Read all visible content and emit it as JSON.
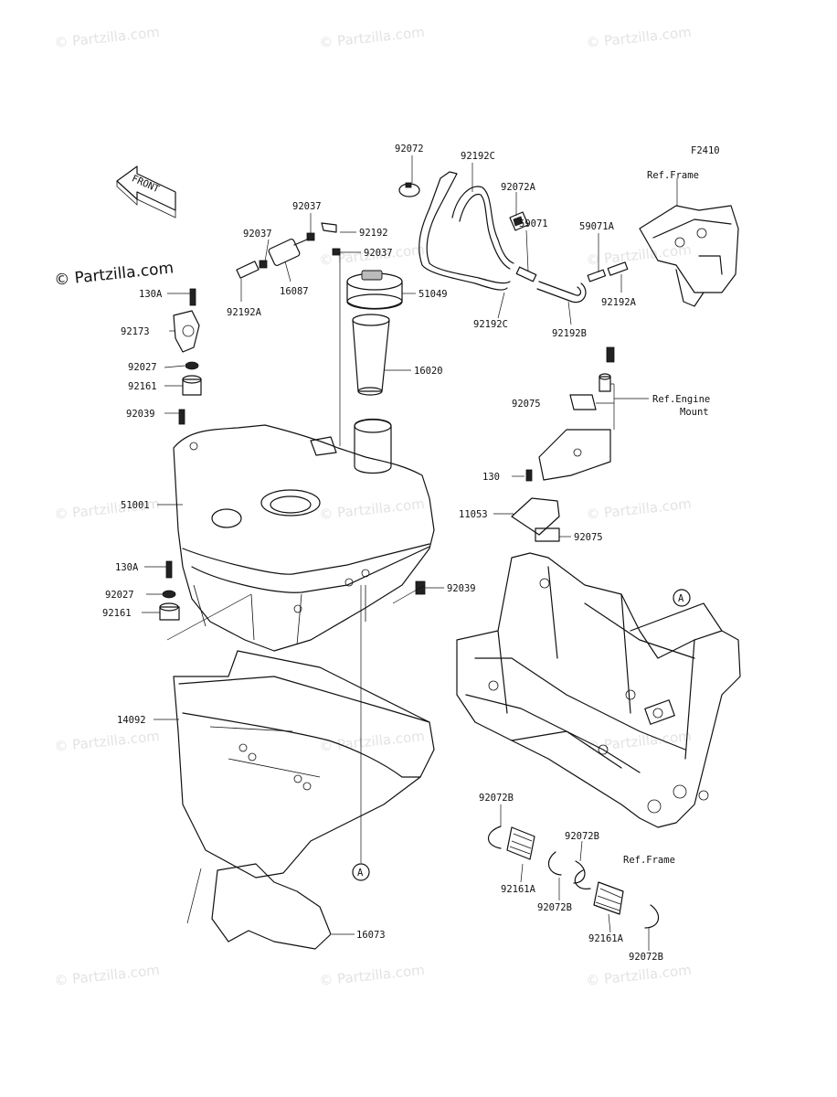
{
  "figure_code": "F2410",
  "front_label": "FRONT",
  "watermark": "© Partzilla.com",
  "callouts": {
    "c92072": "92072",
    "c92192C_top": "92192C",
    "c92072A": "92072A",
    "c92037_a": "92037",
    "c92037_b": "92037",
    "c92192": "92192",
    "c92037_c": "92037",
    "c92192A_left": "92192A",
    "c16087": "16087",
    "c51049": "51049",
    "c59071": "59071",
    "c59071A": "59071A",
    "c92192C_bottom": "92192C",
    "c92192B": "92192B",
    "c92192A_right": "92192A",
    "c130A_top": "130A",
    "c92173": "92173",
    "c92027_top": "92027",
    "c92161_top": "92161",
    "c92039_top": "92039",
    "c16020": "16020",
    "c92075_top": "92075",
    "c130": "130",
    "c11053": "11053",
    "c92075_bottom": "92075",
    "c51001": "51001",
    "c130A_bottom": "130A",
    "c92027_bottom": "92027",
    "c92161_bottom": "92161",
    "c92039_bottom": "92039",
    "c14092": "14092",
    "c16073": "16073",
    "c92072B_1": "92072B",
    "c92161A_1": "92161A",
    "c92072B_2": "92072B",
    "c92072B_3": "92072B",
    "c92161A_2": "92161A",
    "c92072B_4": "92072B",
    "ref_frame_top": "Ref.Frame",
    "ref_engine_mount_1": "Ref.Engine",
    "ref_engine_mount_2": "Mount",
    "ref_frame_bottom": "Ref.Frame",
    "marker_a": "A"
  }
}
